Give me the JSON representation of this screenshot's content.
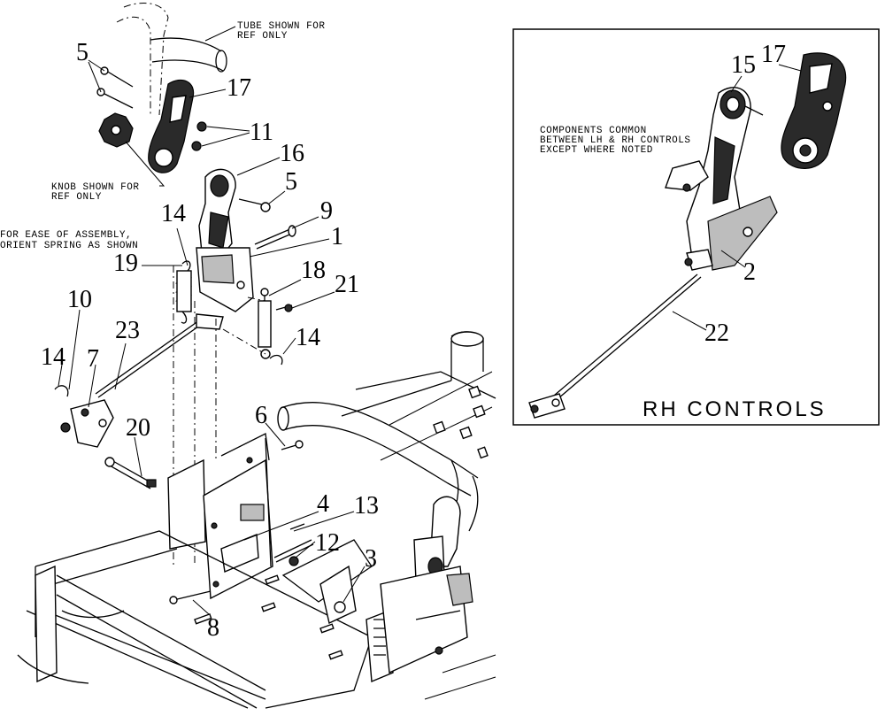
{
  "notes": {
    "tube": [
      "TUBE SHOWN FOR",
      "REF ONLY"
    ],
    "knob": [
      "KNOB SHOWN FOR",
      "REF ONLY"
    ],
    "spring": [
      "FOR EASE OF ASSEMBLY,",
      "ORIENT SPRING AS SHOWN"
    ],
    "common": [
      "COMPONENTS COMMON",
      "BETWEEN LH & RH CONTROLS",
      "EXCEPT WHERE NOTED"
    ]
  },
  "rh_panel": {
    "title": "RH CONTROLS"
  },
  "callouts": {
    "c5a": "5",
    "c17a": "17",
    "c11": "11",
    "c16": "16",
    "c5b": "5",
    "c9": "9",
    "c14a": "14",
    "c1": "1",
    "c19": "19",
    "c18": "18",
    "c21": "21",
    "c10": "10",
    "c23": "23",
    "c14b": "14",
    "c14c": "14",
    "c7": "7",
    "c20": "20",
    "c6": "6",
    "c4": "4",
    "c13": "13",
    "c12": "12",
    "c3": "3",
    "c8": "8",
    "c15": "15",
    "c17b": "17",
    "c2": "2",
    "c22": "22"
  }
}
